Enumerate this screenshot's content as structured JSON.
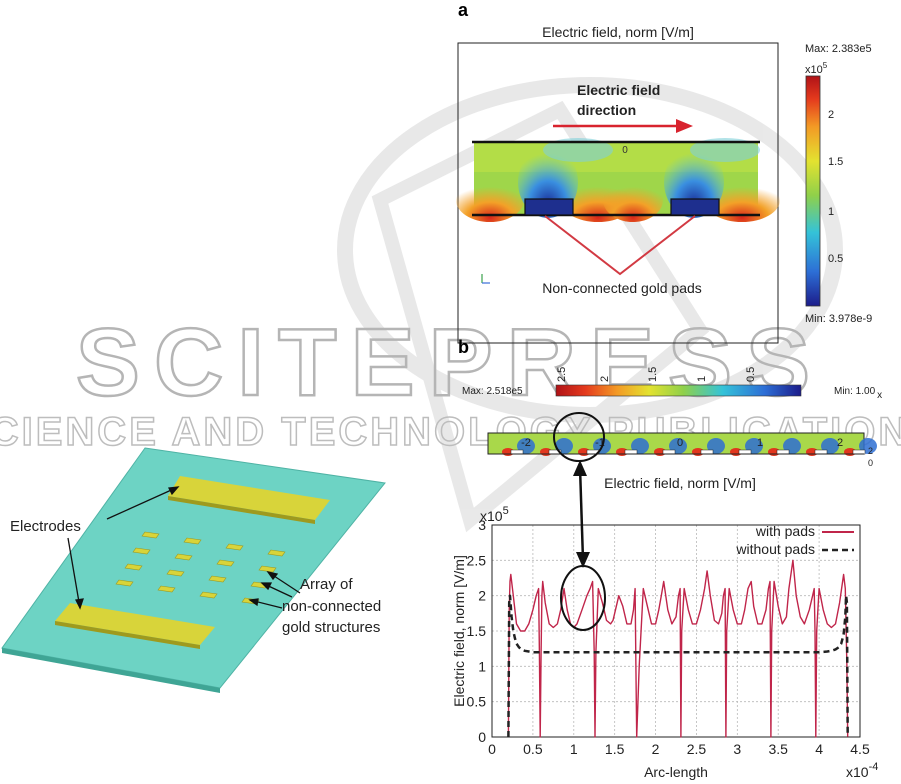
{
  "watermark": {
    "brand": "SCITEPRESS",
    "tagline": "SCIENCE AND TECHNOLOGY PUBLICATIONS"
  },
  "device_figure": {
    "label_electrodes": "Electrodes",
    "label_array": [
      "Array of",
      "non-connected",
      "gold structures"
    ]
  },
  "panel_a": {
    "letter": "a",
    "title": "Electric field, norm [V/m]",
    "field_direction": [
      "Electric field",
      "direction"
    ],
    "pads_label": "Non-connected gold pads",
    "center_tick": "0",
    "colorbar": {
      "max_label": "Max: 2.383e5",
      "min_label": "Min: 3.978e-9",
      "exponent": "x10",
      "exponent_power": "5",
      "ticks": [
        "2",
        "1.5",
        "1",
        "0.5"
      ]
    }
  },
  "panel_b": {
    "letter": "b",
    "colorbar": {
      "max_label": "Max: 2.518e5",
      "min_label": "Min: 1.00",
      "min_suffix": "x",
      "ticks": [
        "2.5",
        "2",
        "1.5",
        "1",
        "0.5"
      ]
    },
    "strip_ticks": [
      "-2",
      "-1",
      "0",
      "1",
      "2"
    ],
    "strip_side_ticks": [
      "2",
      "0"
    ],
    "strip_title": "Electric field, norm [V/m]"
  },
  "chart_data": {
    "type": "line",
    "title": "",
    "xlabel": "Arc-length",
    "ylabel": "Electric field, norm [V/m]",
    "x_multiplier_label": "x10",
    "x_multiplier_power": "-4",
    "y_multiplier_label": "x10",
    "y_multiplier_power": "5",
    "xlim": [
      0,
      4.5
    ],
    "ylim": [
      0,
      3
    ],
    "xticks": [
      "0",
      "0.5",
      "1",
      "1.5",
      "2",
      "2.5",
      "3",
      "3.5",
      "4",
      "4.5"
    ],
    "yticks": [
      "0",
      "0.5",
      "1",
      "1.5",
      "2",
      "2.5",
      "3"
    ],
    "grid": true,
    "legend_position": "top-right",
    "series": [
      {
        "name": "with pads",
        "color": "#c0254a",
        "style": "solid",
        "x": [
          0.2,
          0.21,
          0.22,
          0.23,
          0.26,
          0.3,
          0.35,
          0.4,
          0.45,
          0.5,
          0.54,
          0.57,
          0.58,
          0.59,
          0.6,
          0.61,
          0.62,
          0.65,
          0.7,
          0.75,
          0.8,
          0.84,
          0.88,
          0.92,
          0.96,
          1.0,
          1.04,
          1.1,
          1.16,
          1.2,
          1.23,
          1.25,
          1.26,
          1.27,
          1.3,
          1.35,
          1.4,
          1.45,
          1.48,
          1.51,
          1.55,
          1.6,
          1.65,
          1.7,
          1.73,
          1.75,
          1.76,
          1.77,
          1.8,
          1.85,
          1.9,
          1.95,
          2.0,
          2.04,
          2.07,
          2.1,
          2.15,
          2.2,
          2.25,
          2.28,
          2.3,
          2.31,
          2.32,
          2.35,
          2.4,
          2.45,
          2.5,
          2.55,
          2.6,
          2.63,
          2.67,
          2.72,
          2.77,
          2.81,
          2.83,
          2.85,
          2.86,
          2.87,
          2.9,
          2.95,
          3.0,
          3.05,
          3.09,
          3.13,
          3.17,
          3.2,
          3.25,
          3.3,
          3.35,
          3.38,
          3.4,
          3.41,
          3.42,
          3.45,
          3.5,
          3.55,
          3.6,
          3.63,
          3.68,
          3.72,
          3.77,
          3.82,
          3.88,
          3.92,
          3.94,
          3.95,
          3.96,
          3.97,
          4.0,
          4.05,
          4.1,
          4.15,
          4.2,
          4.25,
          4.3,
          4.32,
          4.34,
          4.35
        ],
        "y": [
          0.0,
          1.8,
          2.2,
          2.3,
          2.0,
          1.6,
          1.5,
          1.5,
          1.6,
          1.8,
          2.0,
          2.1,
          1.2,
          0.0,
          1.2,
          2.0,
          2.2,
          1.9,
          1.6,
          1.55,
          1.6,
          1.8,
          2.1,
          1.8,
          1.6,
          1.55,
          1.6,
          1.8,
          2.0,
          2.1,
          2.2,
          1.2,
          0.0,
          1.2,
          2.1,
          1.9,
          1.65,
          1.6,
          1.65,
          1.8,
          2.0,
          1.85,
          1.6,
          1.6,
          1.8,
          2.1,
          1.0,
          0.0,
          1.0,
          2.1,
          1.85,
          1.6,
          1.6,
          1.8,
          2.0,
          2.2,
          1.8,
          1.6,
          1.7,
          2.0,
          2.1,
          0.0,
          1.5,
          2.1,
          1.8,
          1.6,
          1.6,
          1.8,
          2.1,
          2.35,
          2.0,
          1.65,
          1.6,
          1.75,
          2.0,
          2.1,
          0.0,
          1.5,
          2.1,
          1.8,
          1.6,
          1.6,
          1.8,
          2.1,
          2.2,
          1.85,
          1.6,
          1.6,
          1.8,
          2.1,
          2.2,
          0.0,
          1.5,
          2.2,
          1.85,
          1.6,
          1.7,
          2.1,
          2.5,
          2.0,
          1.7,
          1.6,
          1.8,
          2.0,
          2.1,
          1.5,
          0.0,
          1.5,
          2.1,
          1.8,
          1.6,
          1.55,
          1.6,
          1.9,
          2.3,
          2.1,
          1.0,
          0.0
        ]
      },
      {
        "name": "without pads",
        "color": "#222222",
        "style": "dashed",
        "x": [
          0.2,
          0.21,
          0.22,
          0.24,
          0.26,
          0.28,
          0.3,
          0.33,
          0.36,
          0.4,
          0.45,
          0.5,
          0.6,
          1.0,
          1.5,
          2.0,
          2.5,
          3.0,
          3.5,
          4.0,
          4.1,
          4.15,
          4.2,
          4.24,
          4.27,
          4.3,
          4.32,
          4.33,
          4.34,
          4.35
        ],
        "y": [
          0.0,
          1.9,
          2.0,
          1.7,
          1.5,
          1.4,
          1.32,
          1.27,
          1.24,
          1.22,
          1.21,
          1.2,
          1.2,
          1.2,
          1.2,
          1.2,
          1.2,
          1.2,
          1.2,
          1.2,
          1.21,
          1.22,
          1.24,
          1.27,
          1.32,
          1.45,
          1.7,
          2.0,
          1.9,
          0.0
        ]
      }
    ]
  }
}
